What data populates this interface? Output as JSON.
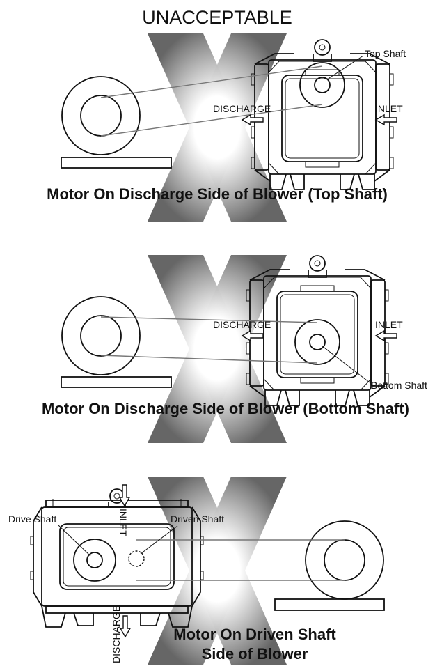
{
  "heading": "UNACCEPTABLE",
  "panels": [
    {
      "caption": "Motor On Discharge Side of Blower (Top Shaft)",
      "discharge": "DISCHARGE",
      "inlet": "INLET",
      "shaft": "Top Shaft"
    },
    {
      "caption": "Motor On Discharge Side of Blower (Bottom Shaft)",
      "discharge": "DISCHARGE",
      "inlet": "INLET",
      "shaft": "Bottom Shaft"
    },
    {
      "caption_line1": "Motor On Driven Shaft",
      "caption_line2": "Side of Blower",
      "inlet": "INLET",
      "discharge": "DISCHARGE",
      "drive_shaft": "Drive Shaft",
      "driven_shaft": "Driven Shaft"
    }
  ],
  "colors": {
    "ink": "#111111",
    "x_mark": "#6e6e6e",
    "belt": "#777777"
  }
}
